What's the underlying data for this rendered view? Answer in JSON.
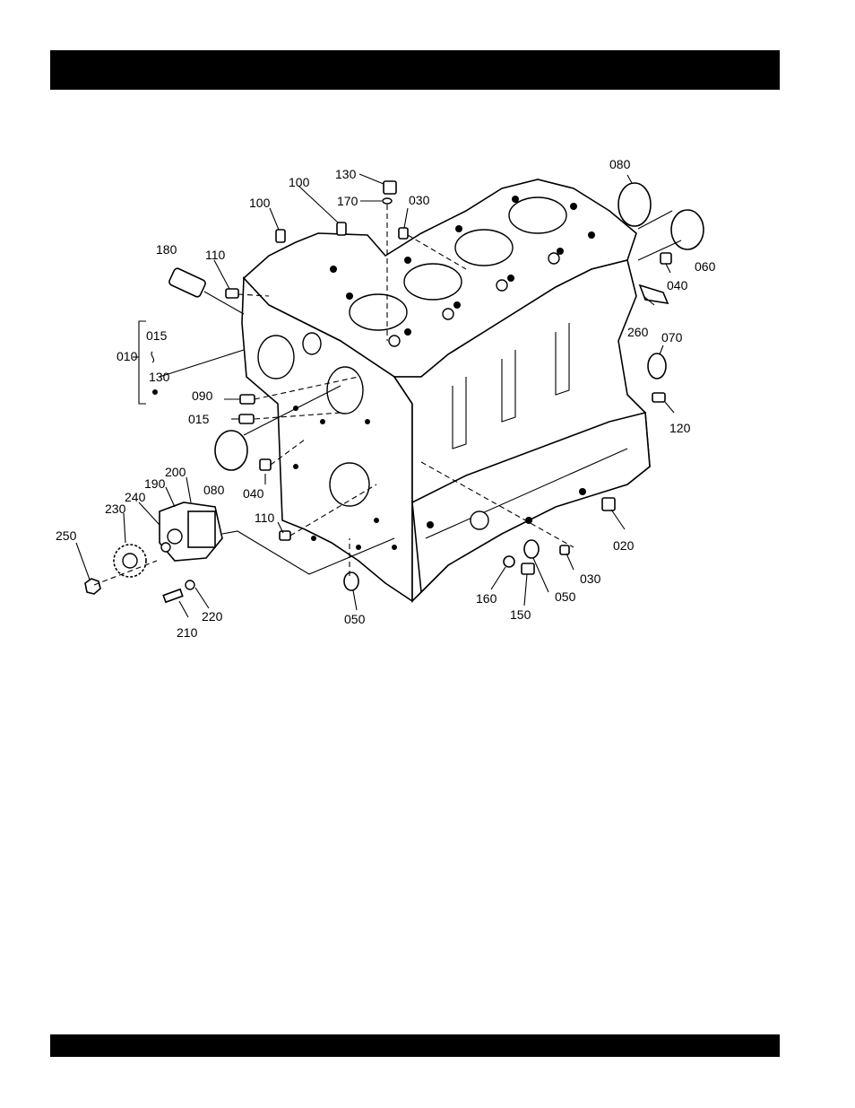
{
  "page": {
    "header_bar_color": "#000000",
    "footer_bar_color": "#000000"
  },
  "callouts": {
    "c010": "010",
    "c015a": "015",
    "c015b": "015",
    "c130a": "130",
    "c130b": "130",
    "c180": "180",
    "c110a": "110",
    "c110b": "110",
    "c100a": "100",
    "c100b": "100",
    "c170": "170",
    "c030a": "030",
    "c030b": "030",
    "c080a": "080",
    "c080b": "080",
    "c060": "060",
    "c040a": "040",
    "c040b": "040",
    "c260": "260",
    "c070": "070",
    "c120": "120",
    "c090": "090",
    "c020": "020",
    "c050a": "050",
    "c050b": "050",
    "c160": "160",
    "c150": "150",
    "c200": "200",
    "c190": "190",
    "c240": "240",
    "c230": "230",
    "c250": "250",
    "c210": "210",
    "c220": "220"
  }
}
